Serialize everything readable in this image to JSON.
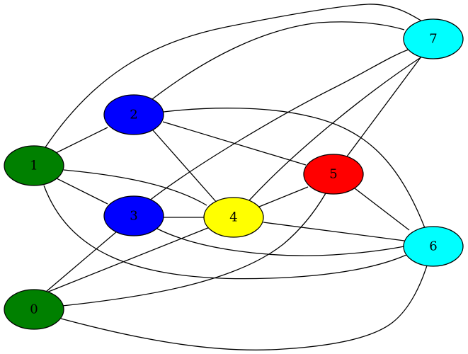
{
  "graph": {
    "nodes": [
      {
        "id": "0",
        "label": "0",
        "color": "#008000"
      },
      {
        "id": "1",
        "label": "1",
        "color": "#008000"
      },
      {
        "id": "2",
        "label": "2",
        "color": "#0000ff"
      },
      {
        "id": "3",
        "label": "3",
        "color": "#0000ff"
      },
      {
        "id": "4",
        "label": "4",
        "color": "#ffff00"
      },
      {
        "id": "5",
        "label": "5",
        "color": "#ff0000"
      },
      {
        "id": "6",
        "label": "6",
        "color": "#00ffff"
      },
      {
        "id": "7",
        "label": "7",
        "color": "#00ffff"
      }
    ],
    "edges": [
      {
        "from": "1",
        "to": "2"
      },
      {
        "from": "1",
        "to": "3"
      },
      {
        "from": "1",
        "to": "4"
      },
      {
        "from": "1",
        "to": "6"
      },
      {
        "from": "1",
        "to": "7"
      },
      {
        "from": "2",
        "to": "4"
      },
      {
        "from": "2",
        "to": "5"
      },
      {
        "from": "2",
        "to": "6"
      },
      {
        "from": "2",
        "to": "7"
      },
      {
        "from": "3",
        "to": "4"
      },
      {
        "from": "3",
        "to": "6"
      },
      {
        "from": "3",
        "to": "7"
      },
      {
        "from": "4",
        "to": "5"
      },
      {
        "from": "4",
        "to": "6"
      },
      {
        "from": "4",
        "to": "7"
      },
      {
        "from": "5",
        "to": "6"
      },
      {
        "from": "5",
        "to": "7"
      },
      {
        "from": "0",
        "to": "3"
      },
      {
        "from": "0",
        "to": "4"
      },
      {
        "from": "0",
        "to": "5"
      },
      {
        "from": "0",
        "to": "6"
      }
    ]
  }
}
